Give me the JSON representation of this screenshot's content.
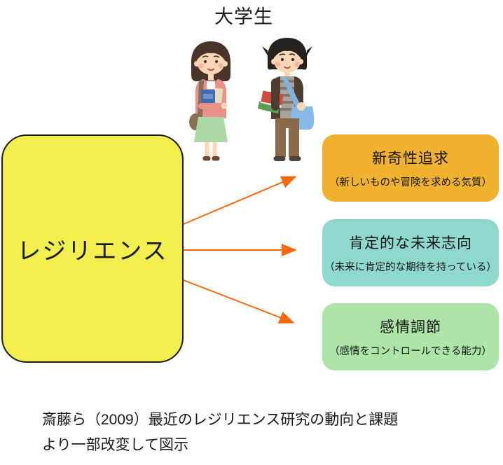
{
  "title": "大学生",
  "main_box": {
    "label": "レジリエンス"
  },
  "factors": [
    {
      "title": "新奇性追求",
      "subtitle": "（新しいものや冒険を求める気質）",
      "color": "#F0B22E"
    },
    {
      "title": "肯定的な未来志向",
      "subtitle": "（未来に肯定的な期待を持っている）",
      "color": "#8FD8CD"
    },
    {
      "title": "感情調節",
      "subtitle": "（感情をコントロールできる能力）",
      "color": "#ADE4A7"
    }
  ],
  "citation": {
    "line1": "斎藤ら（2009）最近のレジリエンス研究の動向と課題",
    "line2": "より一部改変して図示"
  },
  "colors": {
    "resilience_box_fill": "#F1EE4E",
    "resilience_box_border": "#1C1C1C",
    "arrow": "#F9680F",
    "factor_novelty": "#F0B22E",
    "factor_future": "#8FD8CD",
    "factor_emotion": "#ADE4A7"
  },
  "illustrations": [
    {
      "name": "female-student-icon"
    },
    {
      "name": "male-student-icon"
    }
  ]
}
